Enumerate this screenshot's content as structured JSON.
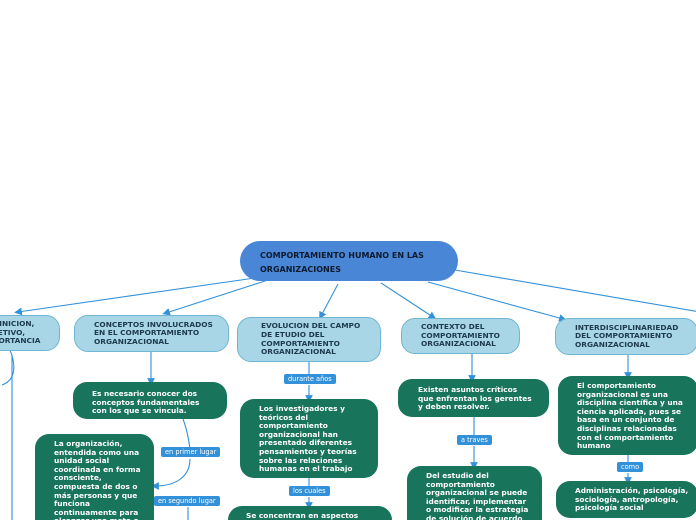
{
  "root": {
    "title": "COMPORTAMIENTO HUMANO EN LAS ORGANIZACIONES"
  },
  "topics": [
    {
      "text": "DEFINICION, OBJETIVO, IMPORTANCIA"
    },
    {
      "text": "CONCEPTOS INVOLUCRADOS EN EL COMPORTAMIENTO ORGANIZACIONAL"
    },
    {
      "text": "EVOLUCION DEL CAMPO DE ETUDIO DEL COMPORTAMIENTO ORGANIZACIONAL"
    },
    {
      "text": "CONTEXTO DEL COMPORTAMIENTO ORGANIZACIONAL"
    },
    {
      "text": "INTERDISCIPLINARIEDAD DEL COMPORTAMIENTO ORGANIZACIONAL"
    }
  ],
  "subtopics": [
    {
      "text": "Es necesario conocer dos conceptos fundamentales con los que se vincula."
    },
    {
      "text": "La organización, entendida como una unidad social coordinada en forma consciente, compuesta de dos o más personas y que funciona continuamente para alcanzar una meta o un conjunto de metas"
    },
    {
      "text": "Los investigadores y teóricos del comportamiento organizacional han presentado diferentes pensamientos y teorías sobre las relaciones humanas en el trabajo"
    },
    {
      "text": "Se concentran en aspectos"
    },
    {
      "text": "Existen asuntos críticos que enfrentan los gerentes y deben resolver."
    },
    {
      "text": "Del estudio del comportamiento organizacional se puede identificar, implementar o modificar la estrategia de solución de acuerdo"
    },
    {
      "text": "El comportamiento organizacional es una disciplina científica y una ciencia aplicada, pues se basa en un conjunto de disciplinas relacionadas con el comportamiento humano"
    },
    {
      "text": "Administración, psicología, sociología, antropología, psicología social"
    }
  ],
  "labels": {
    "en_primer_lugar": "en primer lugar",
    "en_segundo_lugar": "en segundo lugar",
    "durante_anos": "durante años",
    "los_cuales": "los cuales",
    "a_traves": "a traves",
    "como": "como"
  },
  "colors": {
    "root": "#4a86d6",
    "topic": "#a8d6e6",
    "subtopic": "#19745c",
    "connector": "#3391da"
  }
}
